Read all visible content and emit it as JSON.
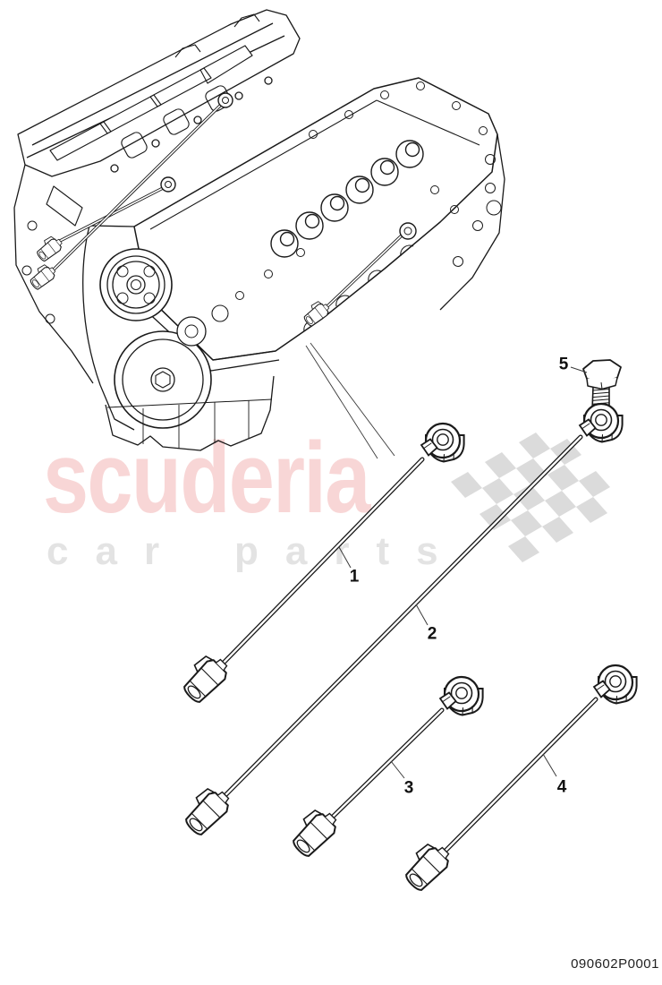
{
  "watermark": {
    "brand": "scuderia",
    "words": [
      "car",
      "parts"
    ],
    "brand_color": "#f8d6d6",
    "words_color": "#e3e3e3",
    "flag_color": "#dbdbdb"
  },
  "callouts": [
    {
      "label": "1"
    },
    {
      "label": "2"
    },
    {
      "label": "3"
    },
    {
      "label": "4"
    },
    {
      "label": "5"
    }
  ],
  "footer": {
    "document_number": "090602P0001"
  }
}
